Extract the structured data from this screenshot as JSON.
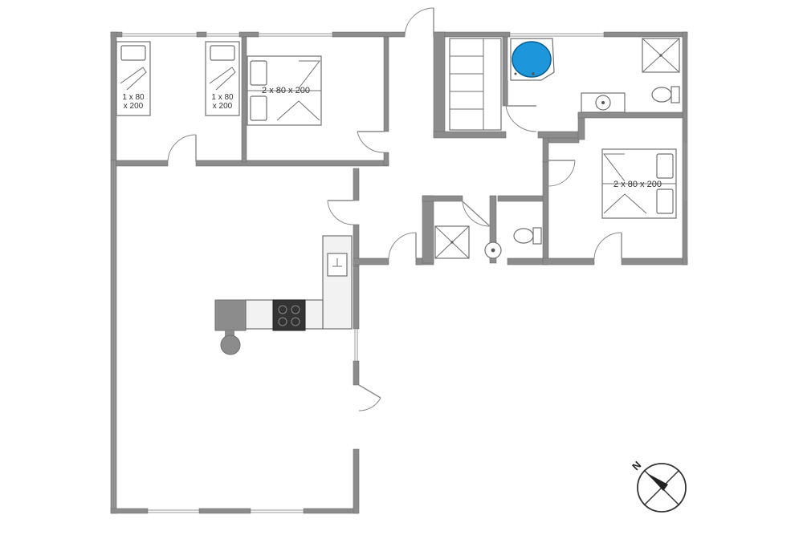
{
  "floor_plan": {
    "bed_labels": {
      "single_bed_1": [
        "1 x 80",
        "x 200"
      ],
      "single_bed_2": [
        "1 x 80",
        "x 200"
      ],
      "double_bed_1": "2 x 80 x 200",
      "double_bed_2": "2 x 80 x 200"
    },
    "compass": {
      "letter": "N"
    },
    "colors": {
      "walls": "#8c8c8c",
      "hot_tub": "#1e96dc",
      "stove": "#333333",
      "counter": "#f0f0f0"
    },
    "icons": [
      "single-bed-icon",
      "double-bed-icon",
      "hot-tub-icon",
      "shower-icon",
      "toilet-icon",
      "sink-icon",
      "stove-icon",
      "dining-table-icon",
      "compass-icon"
    ]
  }
}
